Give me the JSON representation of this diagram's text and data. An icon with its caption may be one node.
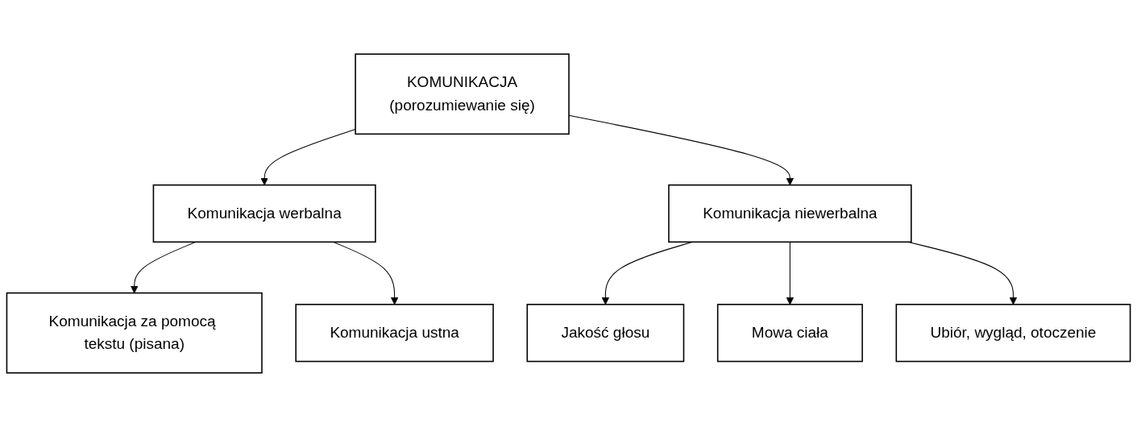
{
  "diagram": {
    "nodes": [
      {
        "text": [
          "KOMUNIKACJA",
          "(porozumiewanie się)"
        ]
      },
      {
        "text": [
          "Komunikacja werbalna"
        ]
      },
      {
        "text": [
          "Komunikacja niewerbalna"
        ]
      },
      {
        "text": [
          "Komunikacja za pomocą tekstu (pisana)"
        ]
      },
      {
        "text": [
          "Komunikacja ustna"
        ]
      },
      {
        "text": [
          "Jakość głosu"
        ]
      },
      {
        "text": [
          "Mowa ciała"
        ]
      },
      {
        "text": [
          "Ubiór, wygląd, otoczenie"
        ]
      }
    ],
    "edges": [
      {
        "from": 0,
        "to": 1,
        "arrow": "to"
      },
      {
        "from": 0,
        "to": 2,
        "arrow": "to"
      },
      {
        "from": 1,
        "to": 3,
        "arrow": "to"
      },
      {
        "from": 1,
        "to": 4,
        "arrow": "to"
      },
      {
        "from": 2,
        "to": 5,
        "arrow": "to"
      },
      {
        "from": 2,
        "to": 6,
        "arrow": "to"
      },
      {
        "from": 2,
        "to": 7,
        "arrow": "to"
      }
    ]
  }
}
